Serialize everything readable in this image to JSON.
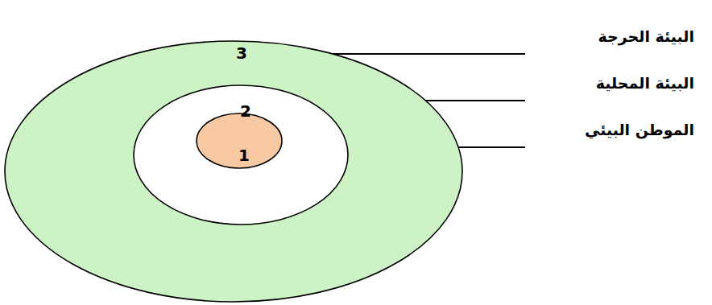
{
  "diagram": {
    "nodes": [
      {
        "text": [
          "3"
        ]
      },
      {
        "text": [
          "2"
        ],
        "in": 0
      },
      {
        "text": [
          "1"
        ],
        "in": 1
      }
    ],
    "labels": [
      "البيئة الحرجة",
      "البيئة المحلية",
      "الموطن البيئي"
    ]
  }
}
